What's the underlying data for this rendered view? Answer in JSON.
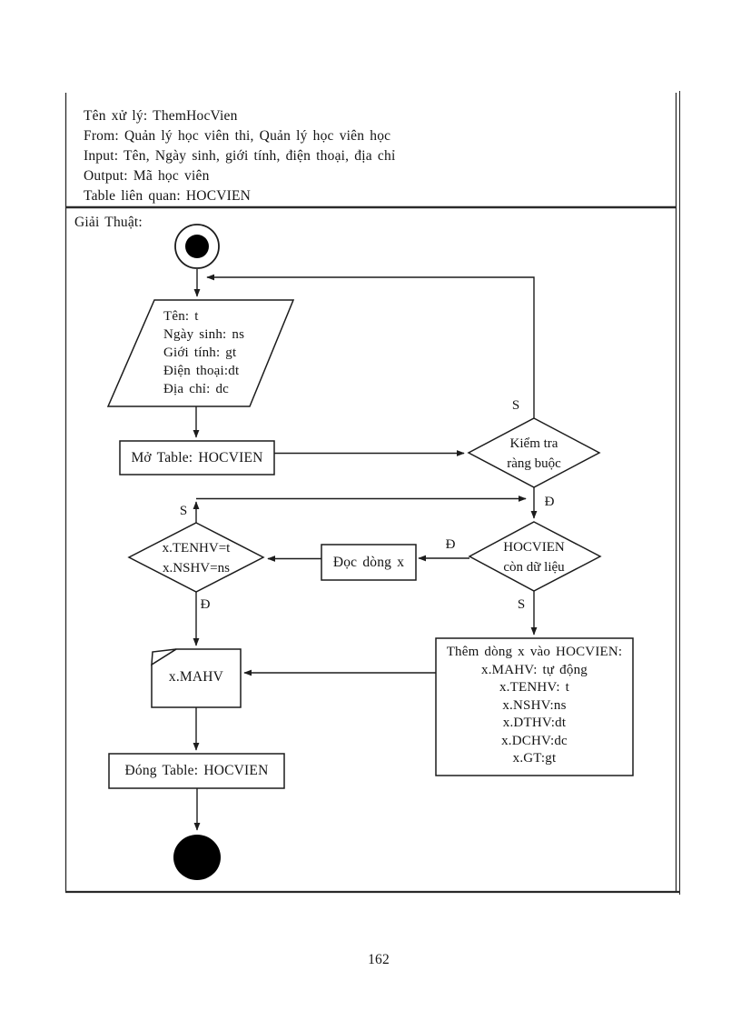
{
  "header": {
    "lines": [
      "Tên xử lý:  ThemHocVien",
      "From:  Quản lý học viên thi,  Quản lý học viên học",
      "Input:  Tên,  Ngày sinh,  giới tính,  điện thoại,  địa chỉ",
      "Output:  Mã học viên",
      "Table liên  quan:  HOCVIEN"
    ]
  },
  "flowchart": {
    "section_label": "Giải Thuật:",
    "input_parallelogram": {
      "lines": [
        "Tên:  t",
        "Ngày sinh:  ns",
        "Giới tính:  gt",
        "Điện thoại:dt",
        "Địa chỉ:  dc"
      ]
    },
    "open_table_box": "Mở Table:  HOCVIEN",
    "check_constraint_diamond": {
      "line1": "Kiểm tra",
      "line2": "ràng buộc"
    },
    "has_data_diamond": {
      "line1": "HOCVIEN",
      "line2": "còn dữ liệu"
    },
    "match_diamond": {
      "line1": "x.TENHV=t",
      "line2": "x.NSHV=ns"
    },
    "read_row_box": "Đọc dòng x",
    "output_document": "x.MAHV",
    "insert_box": {
      "lines": [
        "Thêm  dòng x vào HOCVIEN:",
        "x.MAHV:  tự động",
        "x.TENHV:  t",
        "x.NSHV:ns",
        "x.DTHV:dt",
        "x.DCHV:dc",
        "x.GT:gt"
      ]
    },
    "close_table_box": "Đóng Table:  HOCVIEN",
    "branch_labels": {
      "check_false": "S",
      "check_true": "Đ",
      "loop_false": "S",
      "hasdata_true": "Đ",
      "hasdata_false": "S",
      "match_true": "Đ"
    }
  },
  "footer": {
    "page_number": "162"
  }
}
